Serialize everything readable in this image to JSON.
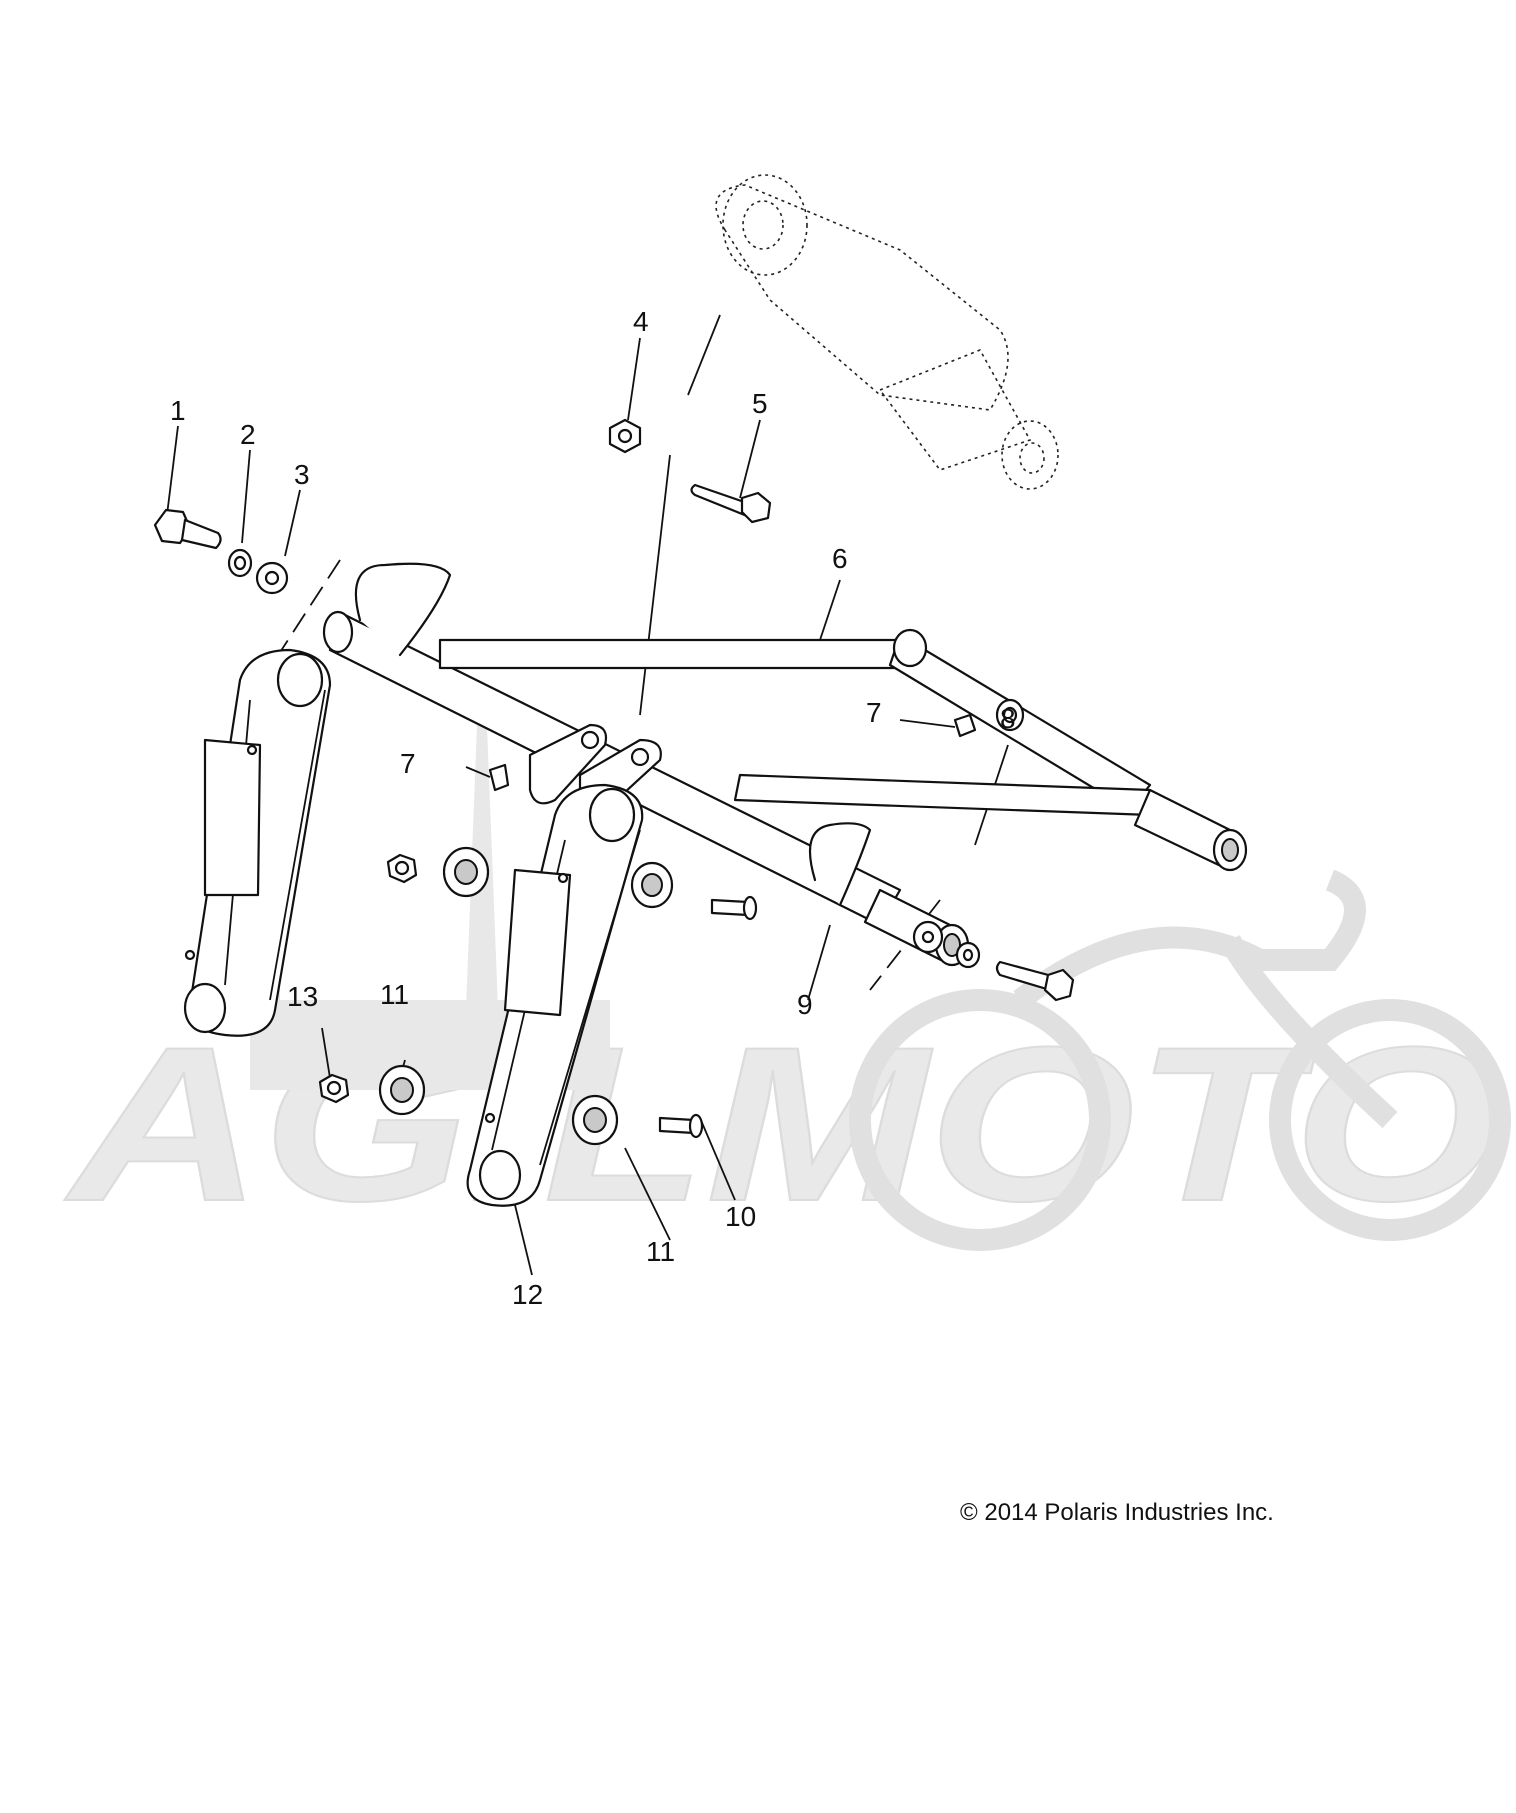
{
  "callouts": [
    "1",
    "2",
    "3",
    "4",
    "5",
    "6",
    "7",
    "7",
    "8",
    "9",
    "10",
    "11",
    "11",
    "12",
    "13"
  ],
  "copyright": "© 2014 Polaris Industries Inc.",
  "watermark": "AGILMOTO"
}
